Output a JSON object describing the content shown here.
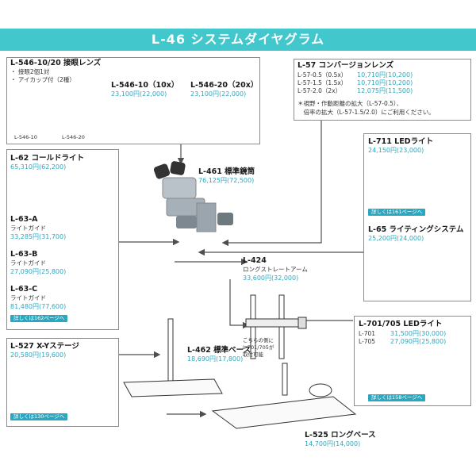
{
  "title": "L-46 システムダイヤグラム",
  "colors": {
    "accent": "#42c7cc",
    "price": "#2aa8c0",
    "arrow": "#4f4f4f"
  },
  "eyepiece_box": {
    "code": "L-546-10/20 接眼レンズ",
    "bullet1": "・ 接眼2個1対",
    "bullet2": "・ アイカップ付（2種）",
    "img_label1": "L-546-10",
    "img_label2": "L-546-20",
    "item1_code": "L-546-10（10x）",
    "item1_price": "23,100円(22,000)",
    "item2_code": "L-546-20（20x）",
    "item2_price": "23,100円(22,000)"
  },
  "conversion_box": {
    "code": "L-57 コンバージョンレンズ",
    "rows": [
      {
        "name": "L-57-0.5（0.5x）",
        "price": "10,710円(10,200)"
      },
      {
        "name": "L-57-1.5（1.5x）",
        "price": "10,710円(10,200)"
      },
      {
        "name": "L-57-2.0（2x）",
        "price": "12,075円(11,500)"
      }
    ],
    "note1": "＊視野・作動距離の拡大（L-57-0.5）、",
    "note2": "　倍率の拡大（L-57-1.5/2.0）にご利用ください。"
  },
  "cold_light_box": {
    "code": "L-62 コールドライト",
    "price": "65,310円(62,200)",
    "a_code": "L-63-A",
    "a_name": "ライトガイド",
    "a_price": "33,285円(31,700)",
    "b_code": "L-63-B",
    "b_name": "ライトガイド",
    "b_price": "27,090円(25,800)",
    "c_code": "L-63-C",
    "c_name": "ライトガイド",
    "c_price": "81,480円(77,600)",
    "pill": "詳しくは162ページへ"
  },
  "scope": {
    "code": "L-461 標準鏡筒",
    "price": "76,125円(72,500)"
  },
  "arm": {
    "code": "L-424",
    "name": "ロングストレートアーム",
    "price": "33,600円(32,000)"
  },
  "led_box": {
    "code": "L-711 LEDライト",
    "price": "24,150円(23,000)",
    "pill": "詳しくは161ページへ"
  },
  "lighting_box": {
    "code": "L-65 ライティングシステム",
    "price": "25,200円(24,000)"
  },
  "xy_box": {
    "code": "L-527 X-Yステージ",
    "price": "20,580円(19,600)",
    "pill": "詳しくは130ページへ"
  },
  "base_std": {
    "code": "L-462 標準ベース",
    "price": "18,690円(17,800)"
  },
  "attach_note": {
    "line1": "こちらの側に",
    "line2": "L-701/705が",
    "line3": "取付可能"
  },
  "led705_box": {
    "code": "L-701/705 LEDライト",
    "r1_name": "L-701",
    "r1_price": "31,500円(30,000)",
    "r2_name": "L-705",
    "r2_price": "27,090円(25,800)",
    "pill": "詳しくは158ページへ"
  },
  "base_long": {
    "code": "L-525 ロングベース",
    "price": "14,700円(14,000)"
  }
}
